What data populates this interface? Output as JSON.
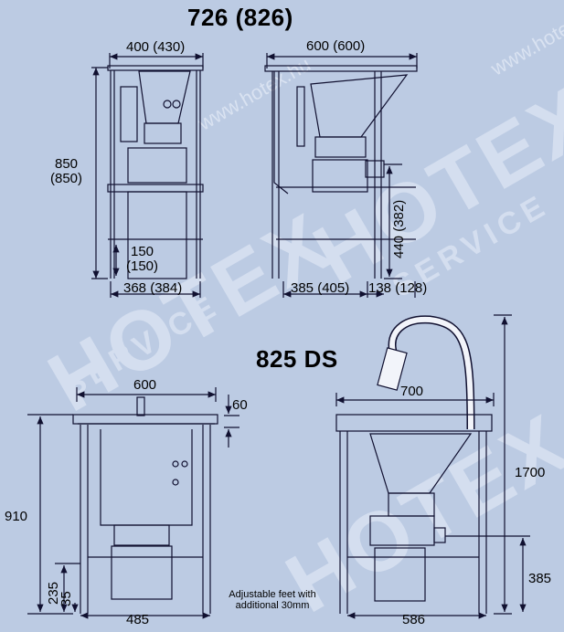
{
  "watermark": {
    "brand": "HOTEX",
    "sub": "SERVICE",
    "url": "www.hotex.hu"
  },
  "top": {
    "title": "726 (826)",
    "left_view": {
      "width": "400 (430)",
      "height_top": "850",
      "height_bottom": "(850)",
      "feet_top": "150",
      "feet_bottom": "(150)",
      "base_width": "368 (384)"
    },
    "right_view": {
      "width": "600 (600)",
      "outlet_height": "440 (382)",
      "base_a": "385 (405)",
      "base_b": "138 (128)"
    }
  },
  "bottom": {
    "title": "825 DS",
    "left_view": {
      "width": "600",
      "rim": "60",
      "height": "910",
      "h235": "235",
      "h35": "35",
      "base_width": "485"
    },
    "right_view": {
      "width": "700",
      "faucet_height": "1700",
      "outlet_height": "385",
      "base_width": "586"
    },
    "feet_note": "Adjustable feet with additional 30mm"
  },
  "colors": {
    "background": "#bccbe3",
    "line": "#101030",
    "watermark": "#d4deef"
  }
}
